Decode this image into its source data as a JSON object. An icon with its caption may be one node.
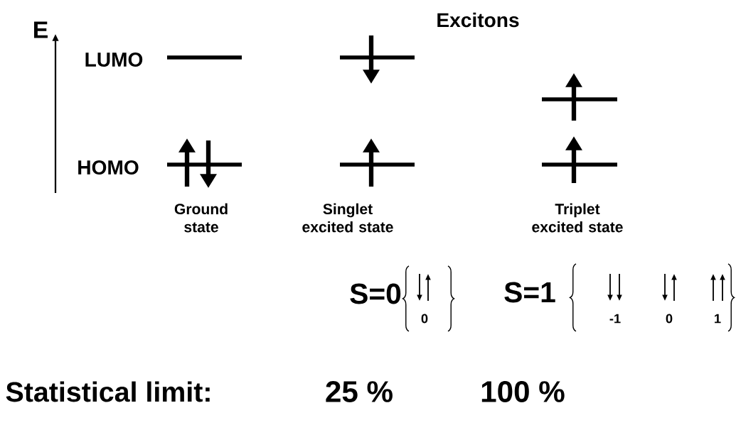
{
  "diagram": {
    "labels": [
      "Excitons",
      "E",
      "LUMO",
      "HOMO",
      "Ground state",
      "Singlet excited state",
      "Triplet excited state",
      "S=0",
      "0",
      "S=1",
      "-1",
      "0",
      "1",
      "Statistical limit:",
      "25 %",
      "100 %"
    ]
  }
}
